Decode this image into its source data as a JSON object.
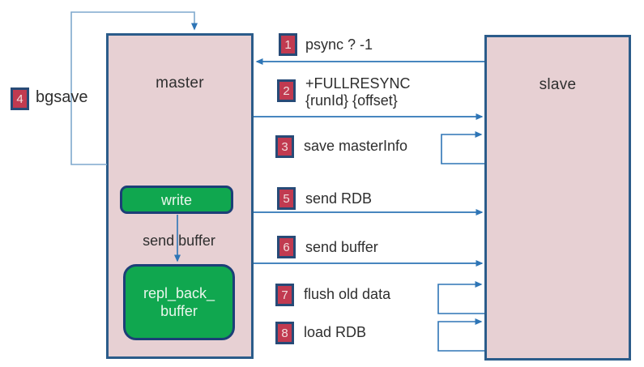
{
  "diagram_subject": "redis master-slave full resynchronization flow",
  "nodes": {
    "master": {
      "label": "master"
    },
    "slave": {
      "label": "slave"
    },
    "write": {
      "label": "write"
    },
    "repl_back_buffer": {
      "label_line1": "repl_back_",
      "label_line2": "buffer"
    },
    "internal_edge": {
      "label": "send buffer"
    }
  },
  "steps": [
    {
      "num": "1",
      "label": "psync ? -1"
    },
    {
      "num": "2",
      "label": "+FULLRESYNC",
      "label_line2": "{runId} {offset}"
    },
    {
      "num": "3",
      "label": "save masterInfo"
    },
    {
      "num": "4",
      "label": "bgsave"
    },
    {
      "num": "5",
      "label": "send RDB"
    },
    {
      "num": "6",
      "label": "send buffer"
    },
    {
      "num": "7",
      "label": "flush old data"
    },
    {
      "num": "8",
      "label": "load RDB"
    }
  ],
  "colors": {
    "node_fill": "#e7d0d3",
    "node_border": "#2b5c8a",
    "green_fill": "#10a74f",
    "green_border": "#1c3f77",
    "badge_fill": "#c13a50",
    "badge_border": "#274a77",
    "arrow_blue": "#2e75b6",
    "loop_light_blue": "#7fa9cd",
    "text": "#2e2e2e"
  }
}
